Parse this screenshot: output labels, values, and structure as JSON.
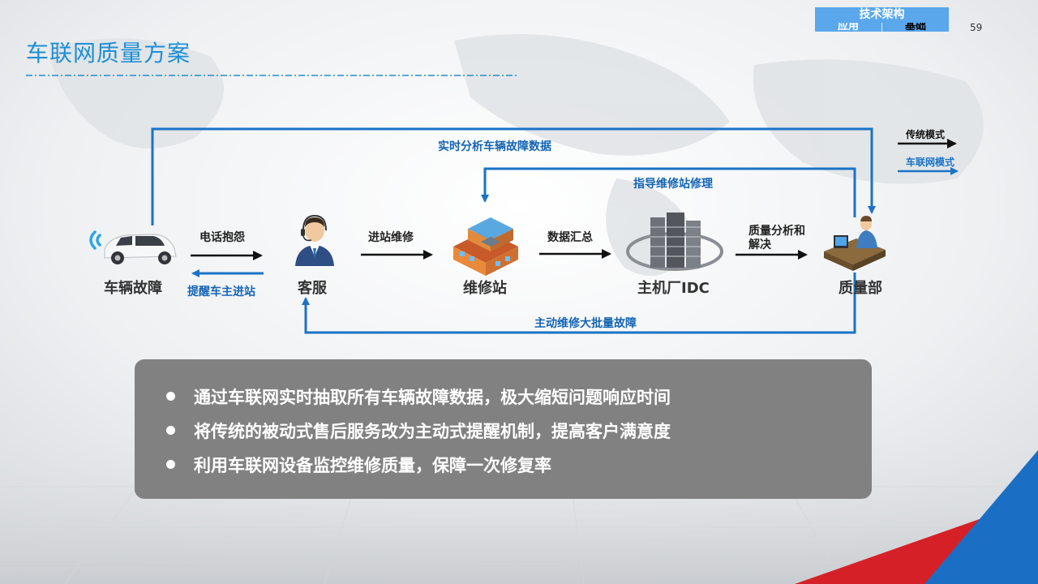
{
  "slide": {
    "title": "车联网质量方案",
    "page_number": "59",
    "nav": {
      "header": "技术架构",
      "tab_left": "应用",
      "tab_right": "基础"
    }
  },
  "diagram": {
    "nodes": [
      {
        "id": "vehicle",
        "label": "车辆故障",
        "icon": "car-wifi-icon"
      },
      {
        "id": "service",
        "label": "客服",
        "icon": "customer-service-agent-icon"
      },
      {
        "id": "repair",
        "label": "维修站",
        "icon": "repair-station-building-icon"
      },
      {
        "id": "idc",
        "label": "主机厂IDC",
        "icon": "data-center-server-icon"
      },
      {
        "id": "quality",
        "label": "质量部",
        "icon": "quality-analyst-desk-icon"
      }
    ],
    "edges": {
      "phone_complaint": "电话抱怨",
      "remind_owner": "提醒车主进站",
      "enter_station": "进站维修",
      "data_summary": "数据汇总",
      "quality_analysis_line1": "质量分析和",
      "quality_analysis_line2": "解决",
      "realtime_analysis": "实时分析车辆故障数据",
      "guide_repair": "指导维修站修理",
      "active_repair": "主动维修大批量故障"
    },
    "legend": {
      "traditional": "传统模式",
      "connected": "车联网模式"
    },
    "colors": {
      "traditional": "#111111",
      "connected": "#1a73c6"
    }
  },
  "summary": {
    "points": [
      "通过车联网实时抽取所有车辆故障数据，极大缩短问题响应时间",
      "将传统的被动式售后服务改为主动式提醒机制，提高客户满意度",
      "利用车联网设备监控维修质量，保障一次修复率"
    ]
  }
}
